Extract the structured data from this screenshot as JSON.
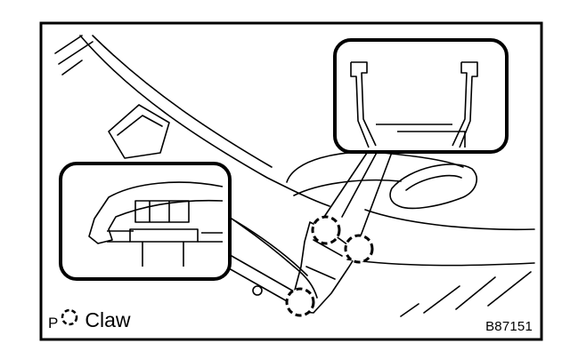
{
  "legend": {
    "marker_letter": "P",
    "icon": "dashed-circle-icon",
    "label": "Claw"
  },
  "figure_id": "B87151",
  "colors": {
    "ink": "#000000",
    "background": "#ffffff"
  }
}
